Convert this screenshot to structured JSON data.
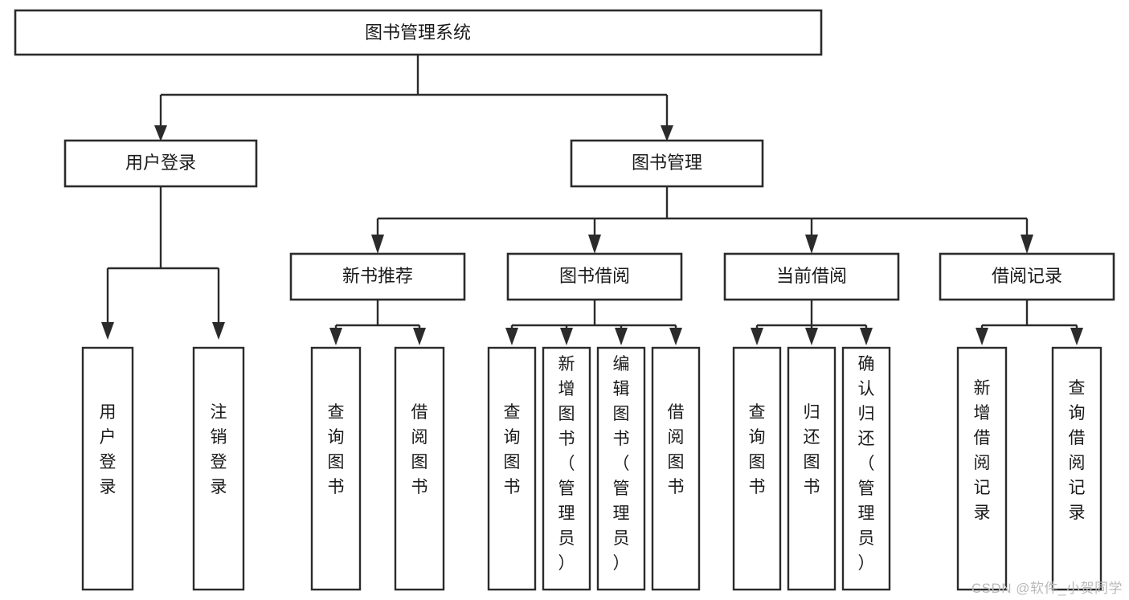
{
  "diagram": {
    "title": "图书管理系统",
    "type": "tree-hierarchy-flowchart",
    "watermark": "CSDN @软件_小贺同学",
    "colors": {
      "stroke": "#2b2b2b",
      "fill": "#ffffff",
      "text": "#1a1a1a",
      "watermark": "#b9b9b9"
    },
    "nodes": {
      "root": {
        "label": "图书管理系统"
      },
      "level1": [
        {
          "id": "user-login",
          "label": "用户登录"
        },
        {
          "id": "book-manage",
          "label": "图书管理"
        }
      ],
      "level2": [
        {
          "id": "new-book-rec",
          "label": "新书推荐"
        },
        {
          "id": "book-borrow",
          "label": "图书借阅"
        },
        {
          "id": "current-borrow",
          "label": "当前借阅"
        },
        {
          "id": "borrow-record",
          "label": "借阅记录"
        }
      ],
      "leaves": {
        "user-login": [
          {
            "id": "leaf-user-login",
            "label": "用户登录"
          },
          {
            "id": "leaf-logout-login",
            "label": "注销登录"
          }
        ],
        "new-book-rec": [
          {
            "id": "leaf-query-book-1",
            "label": "查询图书"
          },
          {
            "id": "leaf-borrow-book-1",
            "label": "借阅图书"
          }
        ],
        "book-borrow": [
          {
            "id": "leaf-query-book-2",
            "label": "查询图书"
          },
          {
            "id": "leaf-add-book",
            "label": "新增图书（管理员）"
          },
          {
            "id": "leaf-edit-book",
            "label": "编辑图书（管理员）"
          },
          {
            "id": "leaf-borrow-book-2",
            "label": "借阅图书"
          }
        ],
        "current-borrow": [
          {
            "id": "leaf-query-book-3",
            "label": "查询图书"
          },
          {
            "id": "leaf-return-book",
            "label": "归还图书"
          },
          {
            "id": "leaf-confirm-return",
            "label": "确认归还（管理员）"
          }
        ],
        "borrow-record": [
          {
            "id": "leaf-add-record",
            "label": "新增借阅记录"
          },
          {
            "id": "leaf-query-record",
            "label": "查询借阅记录"
          }
        ]
      }
    }
  }
}
